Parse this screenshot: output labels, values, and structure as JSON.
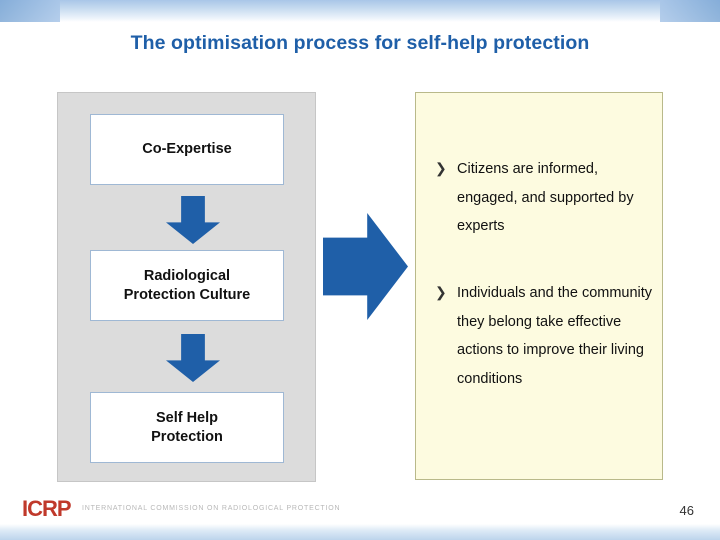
{
  "slide": {
    "title": "The optimisation process for self-help protection",
    "page_number": "46"
  },
  "process": {
    "steps": [
      {
        "label": "Co-Expertise"
      },
      {
        "label": "Radiological\nProtection Culture"
      },
      {
        "label": "Self Help\nProtection"
      }
    ],
    "arrow_down_icon": "arrow-down-icon",
    "arrow_right_icon": "arrow-right-icon"
  },
  "outcomes": {
    "bullet_glyph": "❯",
    "items": [
      {
        "text": "Citizens are informed, engaged, and supported by experts"
      },
      {
        "text": "Individuals and the community they belong take effective actions to improve their living conditions"
      }
    ]
  },
  "footer": {
    "logo_mark": "ICRP",
    "logo_text": "INTERNATIONAL COMMISSION ON RADIOLOGICAL PROTECTION"
  },
  "colors": {
    "title": "#1f5fa8",
    "arrow": "#1f5fa8",
    "panel_left": "#dcdcdc",
    "panel_right": "#fdfbe0",
    "logo": "#c0392b"
  }
}
